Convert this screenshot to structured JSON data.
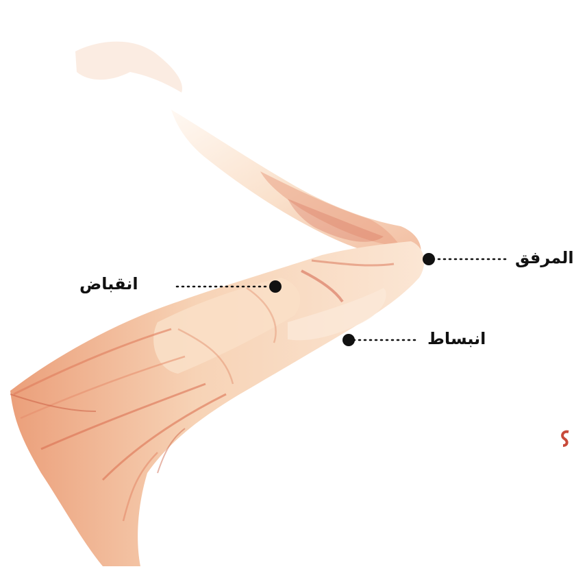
{
  "labels": {
    "elbow": "المرفق",
    "contraction": "انقباض",
    "extension": "انبساط"
  },
  "colors": {
    "muscle_light": "#f6d2b2",
    "muscle_mid": "#eaa27d",
    "muscle_dark": "#d8674a",
    "skin_pale": "#fbe7d6",
    "leader": "#111111"
  },
  "icons": {
    "leader_dot": "filled-circle",
    "arm": "arm-muscle-illustration"
  }
}
